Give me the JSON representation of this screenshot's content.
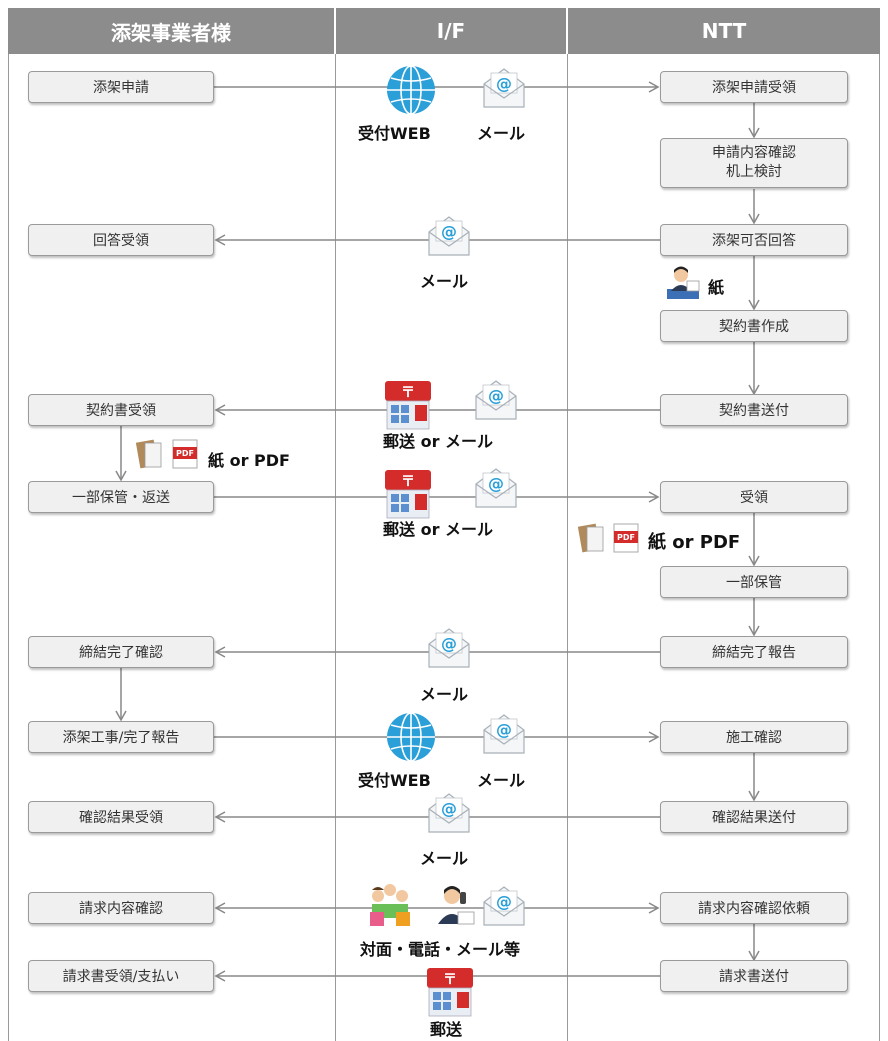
{
  "headers": {
    "operator": "添架事業者様",
    "if": "I/F",
    "ntt": "NTT"
  },
  "left_boxes": {
    "b1": "添架申請",
    "b2": "回答受領",
    "b3": "契約書受領",
    "b4": "一部保管・返送",
    "b5": "締結完了確認",
    "b6": "添架工事/完了報告",
    "b7": "確認結果受領",
    "b8": "請求内容確認",
    "b9": "請求書受領/支払い"
  },
  "right_boxes": {
    "r1": "添架申請受領",
    "r2a": "申請内容確認",
    "r2b": "机上検討",
    "r3": "添架可否回答",
    "r4": "契約書作成",
    "r5": "契約書送付",
    "r6": "受領",
    "r7": "一部保管",
    "r8": "締結完了報告",
    "r9": "施工確認",
    "r10": "確認結果送付",
    "r11": "請求内容確認依頼",
    "r12": "請求書送付"
  },
  "labels": {
    "web1": "受付WEB",
    "mail1": "メール",
    "mail2": "メール",
    "paper": "紙",
    "post1": "郵送 or メール",
    "paperpdf1": "紙 or PDF",
    "post2": "郵送 or メール",
    "paperpdf2": "紙 or PDF",
    "mail3": "メール",
    "web2": "受付WEB",
    "mail4": "メール",
    "mail5": "メール",
    "multi": "対面・電話・メール等",
    "post3": "郵送"
  },
  "icon_text": {
    "pdf": "PDF",
    "at": "@",
    "post_mark": "〒"
  }
}
